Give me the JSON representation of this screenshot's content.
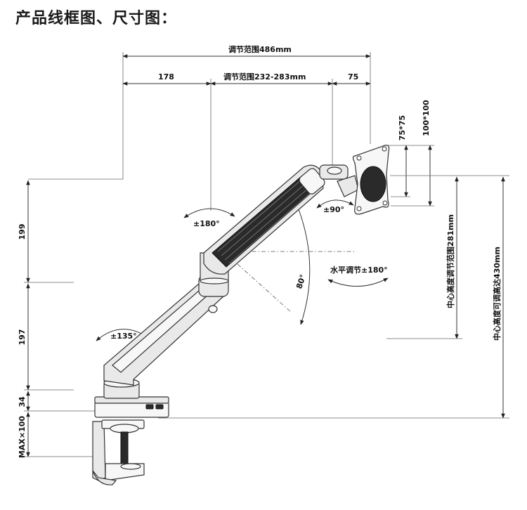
{
  "title": "产品线框图、尺寸图：",
  "dimensions": {
    "adjust_total": "调节范围486mm",
    "left_span": "178",
    "adjust_mid": "调节范围232-283mm",
    "right_span": "75",
    "vesa_small": "75*75",
    "vesa_large": "100*100",
    "rot_upper": "±180°",
    "tilt": "±90°",
    "angle_80": "80°",
    "horizontal": "水平调节±180°",
    "rot_lower": "±135°",
    "h199": "199",
    "h197": "197",
    "h34": "34",
    "clamp_max": "MAX×100",
    "center_range": "中心高度调节范围281mm",
    "center_max": "中心高度可调高达430mm"
  }
}
